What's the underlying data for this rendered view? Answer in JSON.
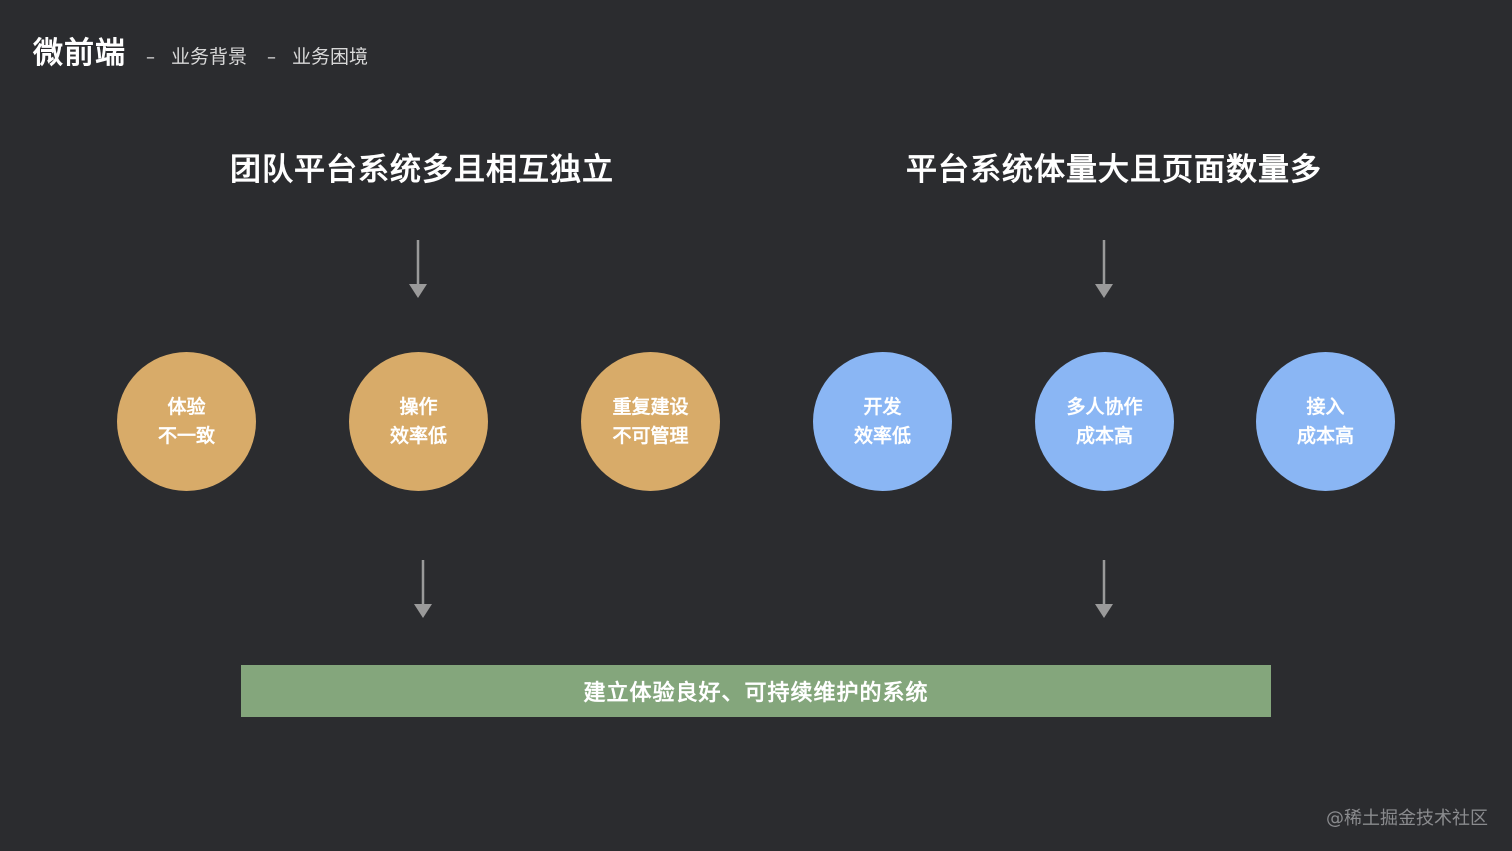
{
  "header": {
    "title": "微前端",
    "separator_1": "–",
    "crumb_1": "业务背景",
    "separator_2": "–",
    "crumb_2": "业务困境"
  },
  "left_group": {
    "heading": "团队平台系统多且相互独立",
    "problems": [
      {
        "line1": "体验",
        "line2": "不一致"
      },
      {
        "line1": "操作",
        "line2": "效率低"
      },
      {
        "line1": "重复建设",
        "line2": "不可管理"
      }
    ]
  },
  "right_group": {
    "heading": "平台系统体量大且页面数量多",
    "problems": [
      {
        "line1": "开发",
        "line2": "效率低"
      },
      {
        "line1": "多人协作",
        "line2": "成本高"
      },
      {
        "line1": "接入",
        "line2": "成本高"
      }
    ]
  },
  "goal": "建立体验良好、可持续维护的系统",
  "watermark": "@稀土掘金技术社区",
  "colors": {
    "background": "#2b2c2f",
    "left_circles": "#d8ab69",
    "right_circles": "#8ab6f4",
    "goal_banner": "#84a67c",
    "arrow": "#9a9a9a"
  },
  "icons": {
    "flow_arrow": "down-arrow-icon"
  }
}
